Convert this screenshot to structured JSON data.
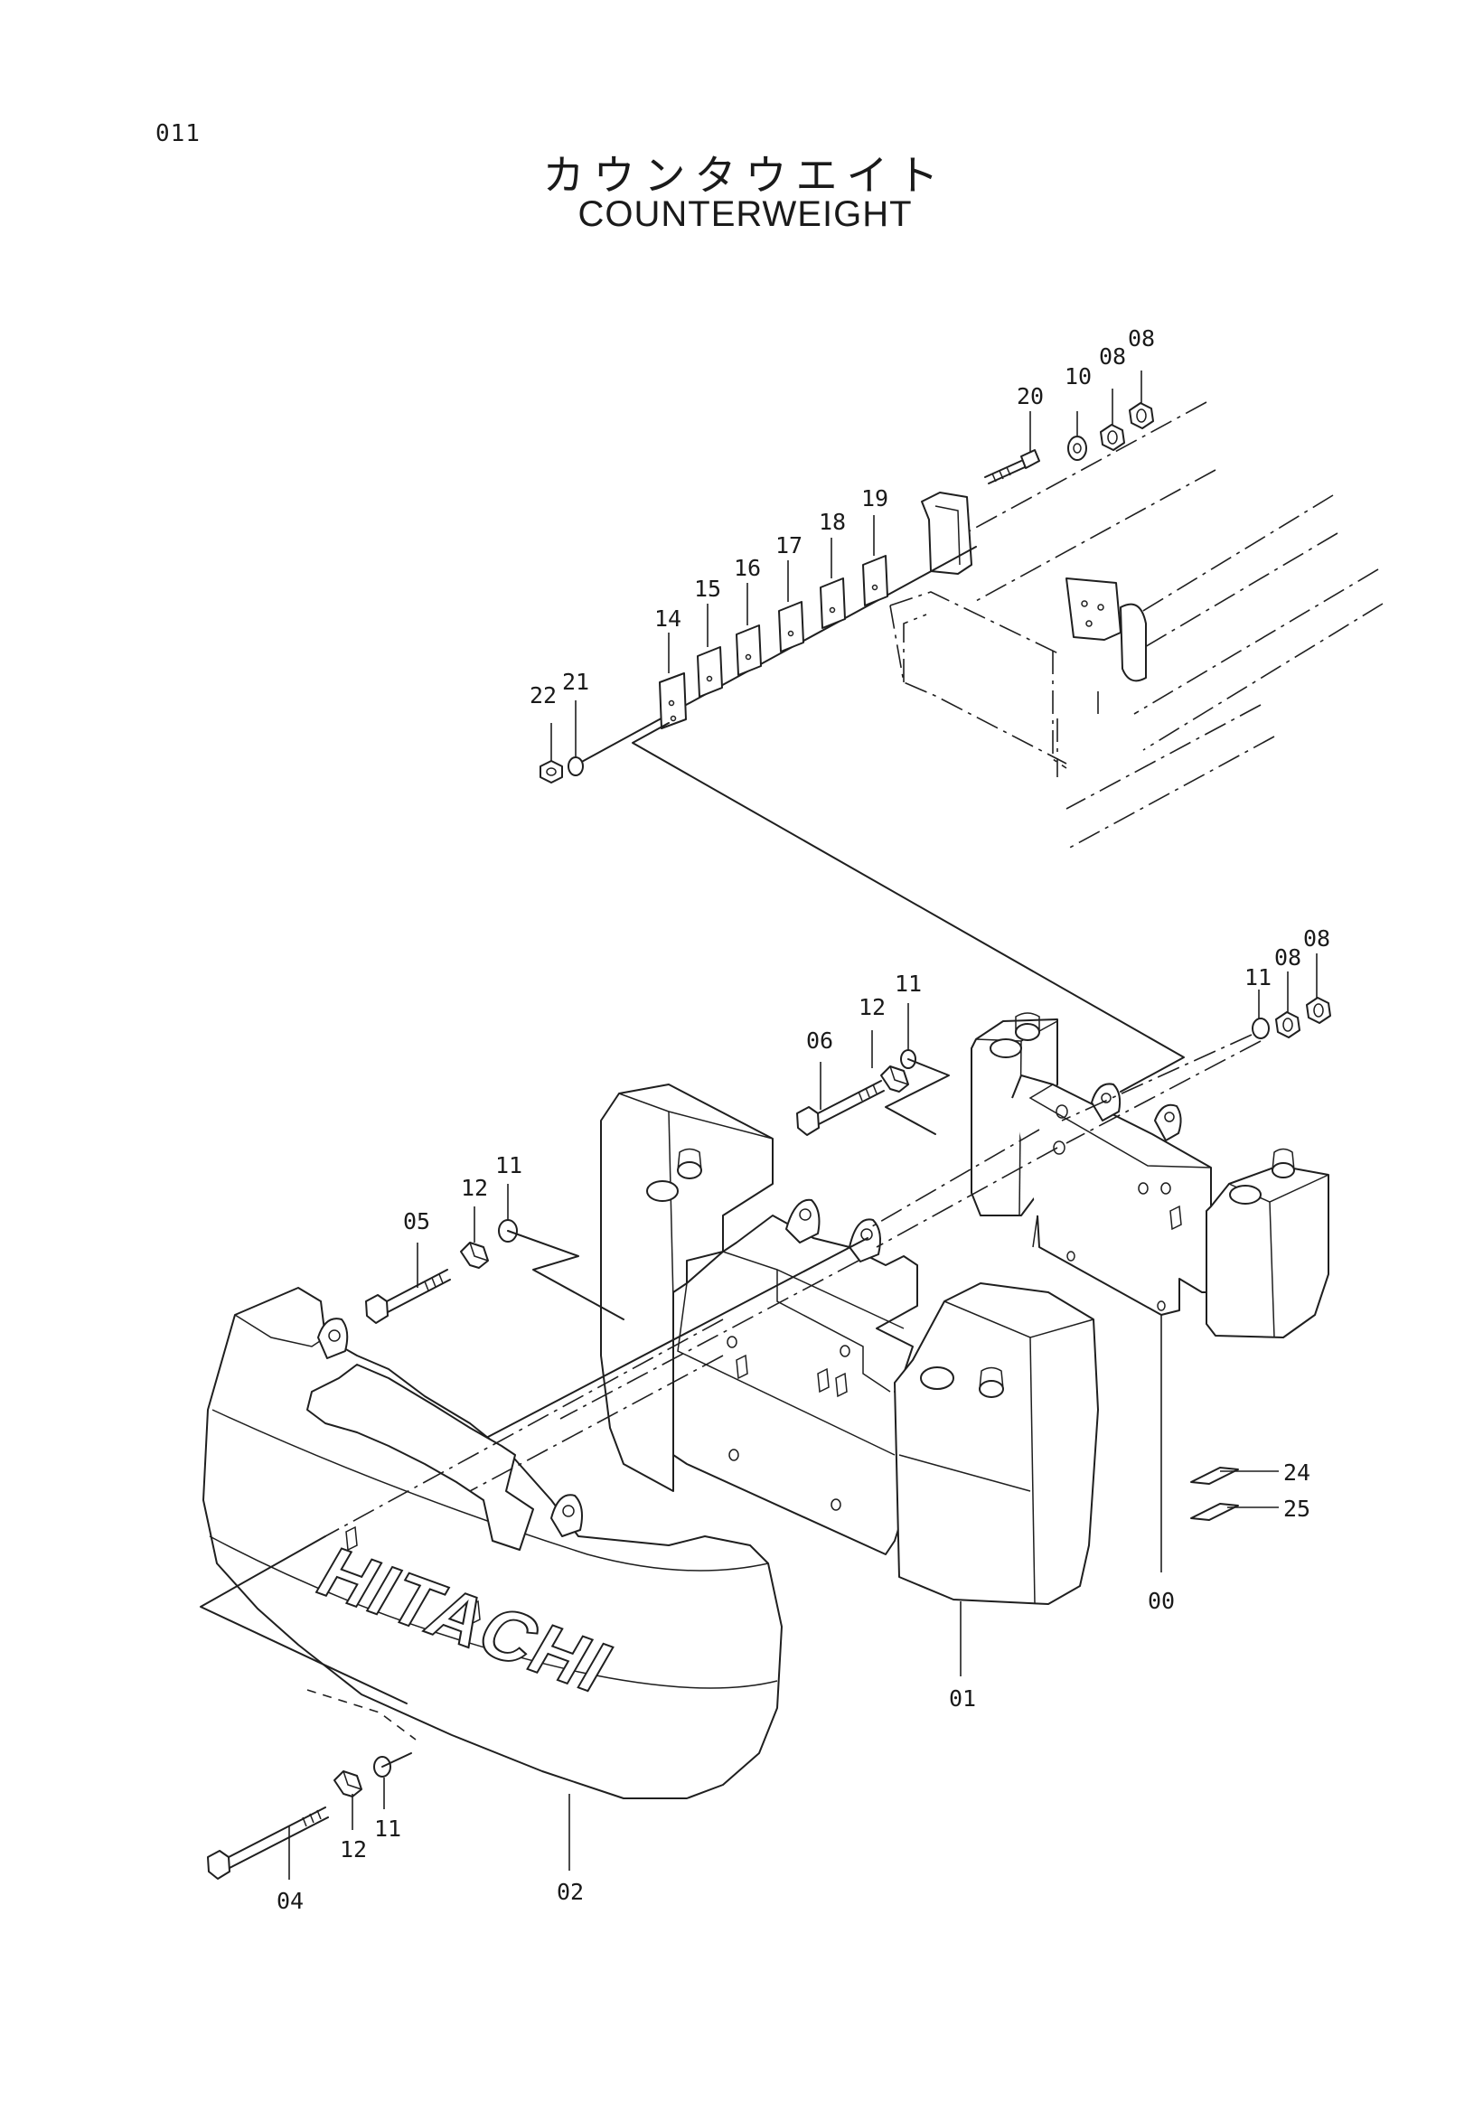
{
  "page": {
    "number": "011",
    "title_jp": "カウンタウエイト",
    "title_en": "COUNTERWEIGHT"
  },
  "callouts": [
    {
      "id": "c20",
      "label": "20"
    },
    {
      "id": "c10",
      "label": "10"
    },
    {
      "id": "c08a",
      "label": "08"
    },
    {
      "id": "c08b",
      "label": "08"
    },
    {
      "id": "c19",
      "label": "19"
    },
    {
      "id": "c18",
      "label": "18"
    },
    {
      "id": "c17",
      "label": "17"
    },
    {
      "id": "c16",
      "label": "16"
    },
    {
      "id": "c15",
      "label": "15"
    },
    {
      "id": "c14",
      "label": "14"
    },
    {
      "id": "c21",
      "label": "21"
    },
    {
      "id": "c22",
      "label": "22"
    },
    {
      "id": "c06",
      "label": "06"
    },
    {
      "id": "c12a",
      "label": "12"
    },
    {
      "id": "c11a",
      "label": "11"
    },
    {
      "id": "c11b",
      "label": "11"
    },
    {
      "id": "c08c",
      "label": "08"
    },
    {
      "id": "c08d",
      "label": "08"
    },
    {
      "id": "c05",
      "label": "05"
    },
    {
      "id": "c12b",
      "label": "12"
    },
    {
      "id": "c11c",
      "label": "11"
    },
    {
      "id": "c24",
      "label": "24"
    },
    {
      "id": "c25",
      "label": "25"
    },
    {
      "id": "c00",
      "label": "00"
    },
    {
      "id": "c01",
      "label": "01"
    },
    {
      "id": "c02",
      "label": "02"
    },
    {
      "id": "c04",
      "label": "04"
    },
    {
      "id": "c12c",
      "label": "12"
    },
    {
      "id": "c11d",
      "label": "11"
    }
  ],
  "logo": {
    "text": "HITACHI"
  }
}
